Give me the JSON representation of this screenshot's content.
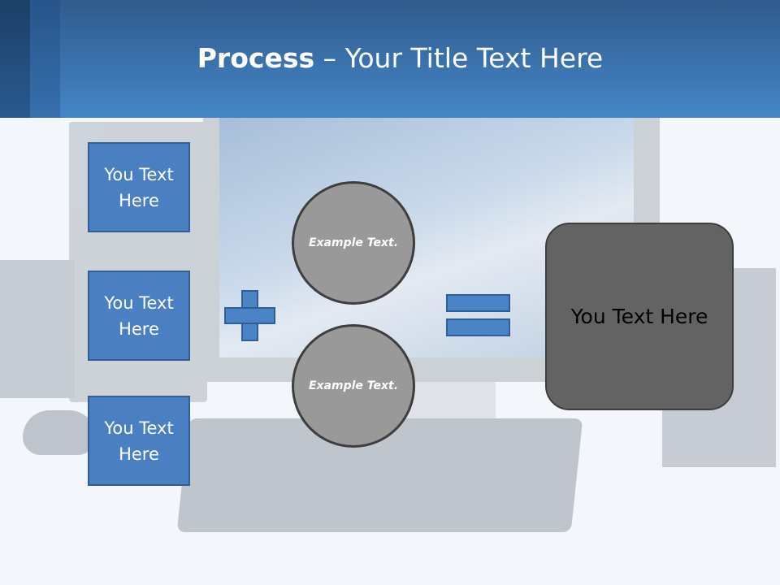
{
  "title": {
    "bold": "Process",
    "rest": " – Your Title Text Here"
  },
  "left_boxes": [
    "You Text Here",
    "You Text Here",
    "You Text Here"
  ],
  "circles": [
    "Example Text.",
    "Example Text."
  ],
  "result_box": "You Text Here",
  "colors": {
    "header": "#4586c7",
    "box": "#4a80c2",
    "circle": "#999999",
    "result": "#636363"
  }
}
